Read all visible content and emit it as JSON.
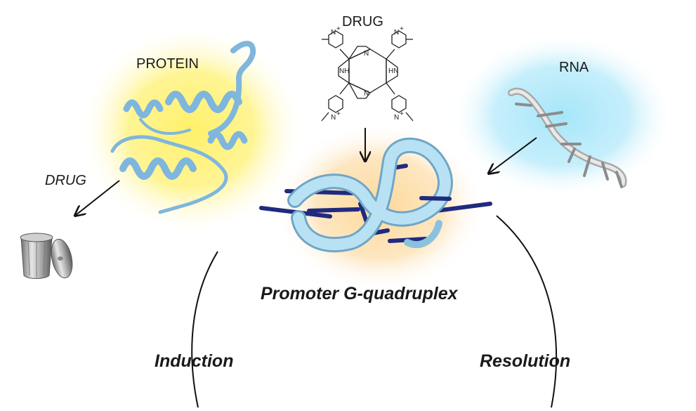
{
  "labels": {
    "drug_top": "DRUG",
    "protein": "PROTEIN",
    "rna": "RNA",
    "drug_side": "DRUG",
    "center": "Promoter G-quadruplex",
    "induction": "Induction",
    "resolution": "Resolution"
  },
  "porphyrin": {
    "nh_left": "NH",
    "hn_right": "HN",
    "n_top": "N",
    "n_bottom": "N",
    "pyridinium": "N",
    "charge": "+"
  },
  "colors": {
    "protein_glow": "#fff27a",
    "rna_glow": "#b9ecfb",
    "center_glow": "#fde3b4",
    "ribbon": "#7fb6de",
    "gquad_ribbon": "#a9dcef",
    "rods": "#1f2a80",
    "arrow": "#111111"
  }
}
